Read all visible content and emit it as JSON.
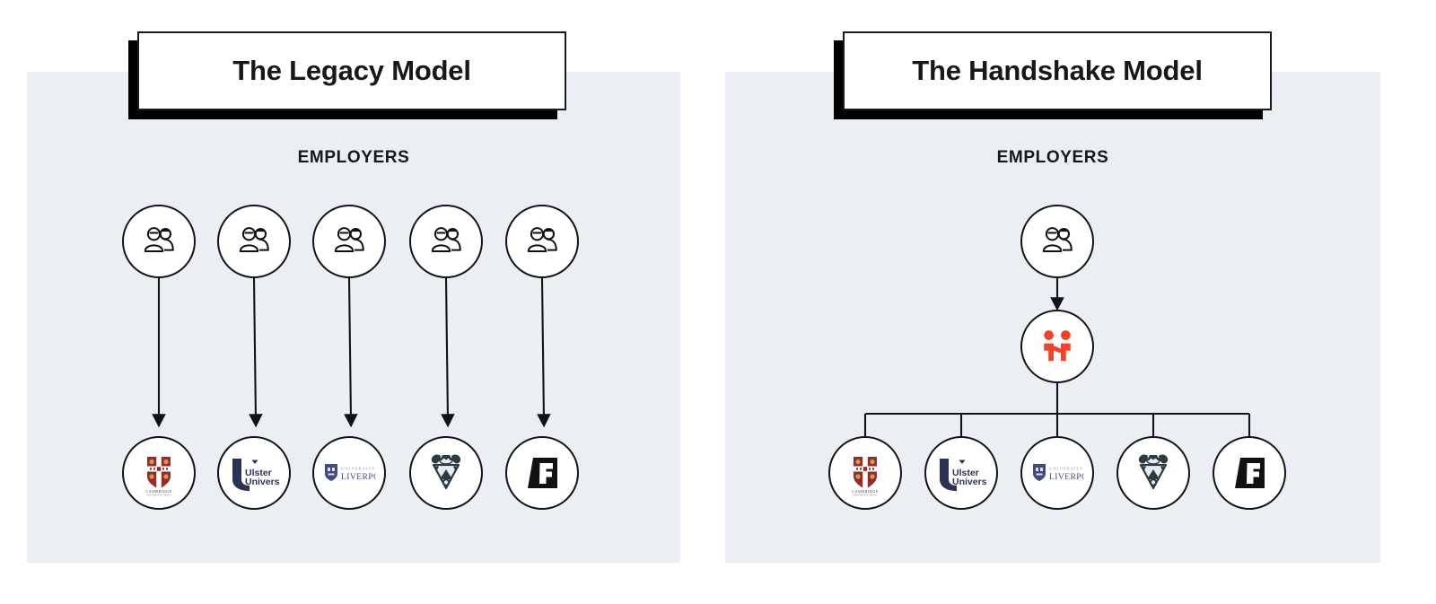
{
  "diagram": {
    "title_left": "The Legacy Model",
    "title_right": "The Handshake Model",
    "section_label": "EMPLOYERS",
    "colors": {
      "panel_background": "#EBEEF2",
      "page_background": "#FFFFFF",
      "stroke": "#12131A",
      "title_text": "#16181D",
      "handshake_red": "#F0432A",
      "cambridge_red": "#9B2A2A",
      "cambridge_gold": "#C6A04A",
      "ulster_navy": "#2B3255",
      "liverpool_navy": "#3F4A86",
      "york_slate": "#2E3A42",
      "falmouth_black": "#111111"
    }
  },
  "legacy_panel": {
    "title": "The Legacy Model",
    "employers_label": "EMPLOYERS",
    "employer_nodes": [
      {
        "id": "employer-1",
        "icon": "two-people-icon"
      },
      {
        "id": "employer-2",
        "icon": "two-people-icon"
      },
      {
        "id": "employer-3",
        "icon": "two-people-icon"
      },
      {
        "id": "employer-4",
        "icon": "two-people-icon"
      },
      {
        "id": "employer-5",
        "icon": "two-people-icon"
      }
    ],
    "institution_nodes": [
      {
        "id": "cambridge",
        "name": "Cambridge University Press",
        "logo": "cambridge-logo",
        "line1": "CAMBRIDGE",
        "line2": "UNIVERSITY PRESS"
      },
      {
        "id": "ulster",
        "name": "Ulster University",
        "logo": "ulster-logo",
        "line1": "Ulster",
        "line2": "University"
      },
      {
        "id": "liverpool",
        "name": "University of Liverpool",
        "logo": "liverpool-logo",
        "line1": "UNIVERSITY OF",
        "line2": "LIVERPOOL"
      },
      {
        "id": "york",
        "name": "University of York",
        "logo": "york-crest-logo",
        "line1": "",
        "line2": ""
      },
      {
        "id": "falmouth",
        "name": "Falmouth University",
        "logo": "falmouth-f-logo",
        "line1": "F",
        "line2": ""
      }
    ],
    "connections": "five direct arrows, one from each employer down to one institution"
  },
  "handshake_panel": {
    "title": "The Handshake Model",
    "employers_label": "EMPLOYERS",
    "employer_nodes": [
      {
        "id": "employer-1",
        "icon": "two-people-icon"
      }
    ],
    "hub_node": {
      "id": "handshake-hub",
      "name": "Handshake",
      "icon": "handshake-logo"
    },
    "institution_nodes": [
      {
        "id": "cambridge",
        "name": "Cambridge University Press",
        "logo": "cambridge-logo",
        "line1": "CAMBRIDGE",
        "line2": "UNIVERSITY PRESS"
      },
      {
        "id": "ulster",
        "name": "Ulster University",
        "logo": "ulster-logo",
        "line1": "Ulster",
        "line2": "University"
      },
      {
        "id": "liverpool",
        "name": "University of Liverpool",
        "logo": "liverpool-logo",
        "line1": "UNIVERSITY OF",
        "line2": "LIVERPOOL"
      },
      {
        "id": "york",
        "name": "University of York",
        "logo": "york-crest-logo",
        "line1": "",
        "line2": ""
      },
      {
        "id": "falmouth",
        "name": "Falmouth University",
        "logo": "falmouth-f-logo",
        "line1": "F",
        "line2": ""
      }
    ],
    "connections": "one arrow from employer into the Handshake hub, then a bus line fanning out to five institutions"
  }
}
